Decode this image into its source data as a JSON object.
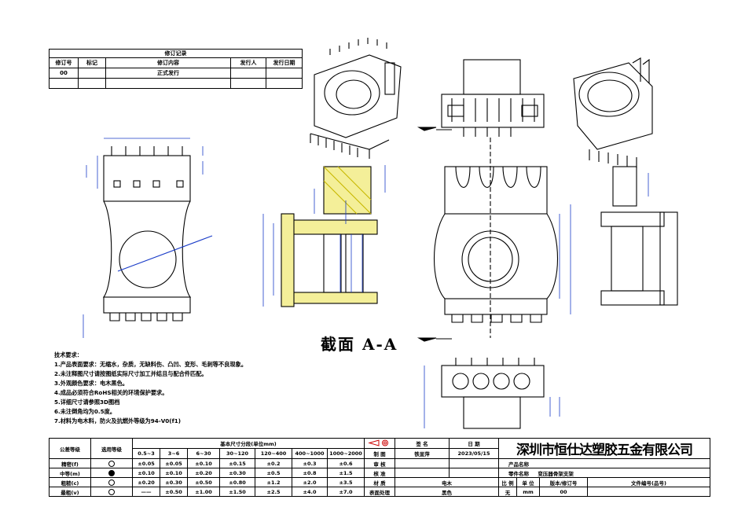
{
  "revision": {
    "title": "修订记录",
    "headers": [
      "修订号",
      "标记",
      "修订内容",
      "发行人",
      "发行日期"
    ],
    "rows": [
      [
        "00",
        "",
        "正式发行",
        "",
        ""
      ],
      [
        "",
        "",
        "",
        "",
        ""
      ]
    ]
  },
  "section_label": "截面 A-A",
  "notes": {
    "heading": "技术要求：",
    "items": [
      "1.产品表面要求：无缩水，杂质，无缺料伤、凸凹、变形、毛刺等不良现象。",
      "2.未注释图尺寸请按图纸实际尺寸加工并结且与配合件匹配。",
      "3.外观颜色要求：电木黑色。",
      "4.成品必须符合RoHS相关的环境保护要求。",
      "5.详细尺寸请参照3D图档",
      "6.未注倒角均为0.5度。",
      "7.材料为电木料，防火及抗燃外等级为94-V0(f1)"
    ]
  },
  "tolerance": {
    "grade_label": "公差等级",
    "select_label": "选用等级",
    "basic_label": "基本尺寸分段(单位mm)",
    "ranges": [
      "0.5~3",
      "3~6",
      "6~30",
      "30~120",
      "120~400",
      "400~1000",
      "1000~2000"
    ],
    "rows": [
      {
        "name": "精密(f)",
        "selected": false,
        "values": [
          "±0.05",
          "±0.05",
          "±0.10",
          "±0.15",
          "±0.2",
          "±0.3",
          "±0.6"
        ]
      },
      {
        "name": "中等(m)",
        "selected": true,
        "values": [
          "±0.10",
          "±0.10",
          "±0.20",
          "±0.30",
          "±0.5",
          "±0.8",
          "±1.5"
        ]
      },
      {
        "name": "粗糙(c)",
        "selected": false,
        "values": [
          "±0.20",
          "±0.30",
          "±0.50",
          "±0.80",
          "±1.2",
          "±2.0",
          "±3.5"
        ]
      },
      {
        "name": "最粗(v)",
        "selected": false,
        "values": [
          "——",
          "±0.50",
          "±1.00",
          "±1.50",
          "±2.5",
          "±4.0",
          "±7.0"
        ]
      }
    ]
  },
  "title_block": {
    "sign_label": "签 名",
    "date_label": "日 期",
    "draw_label": "制 图",
    "drawer": "铁显萍",
    "date": "2023/05/15",
    "review_label": "审 核",
    "approve_label": "核 准",
    "material_label": "材 质",
    "material": "电木",
    "surface_label": "表面处理",
    "surface": "黑色",
    "company": "深圳市恒仕达塑胶五金有限公司",
    "product_name_label": "产品名称",
    "part_name_label": "零件名称",
    "part_name": "变压器骨架支架",
    "scale_label": "比 例",
    "unit_label": "单 位",
    "version_label": "版本/修订号",
    "file_label": "文件编号(品号)",
    "scale": "无",
    "unit": "mm",
    "version": "00"
  },
  "colors": {
    "line": "#000000",
    "dimension": "#1a3cc8",
    "hatch": "#d8c800"
  }
}
